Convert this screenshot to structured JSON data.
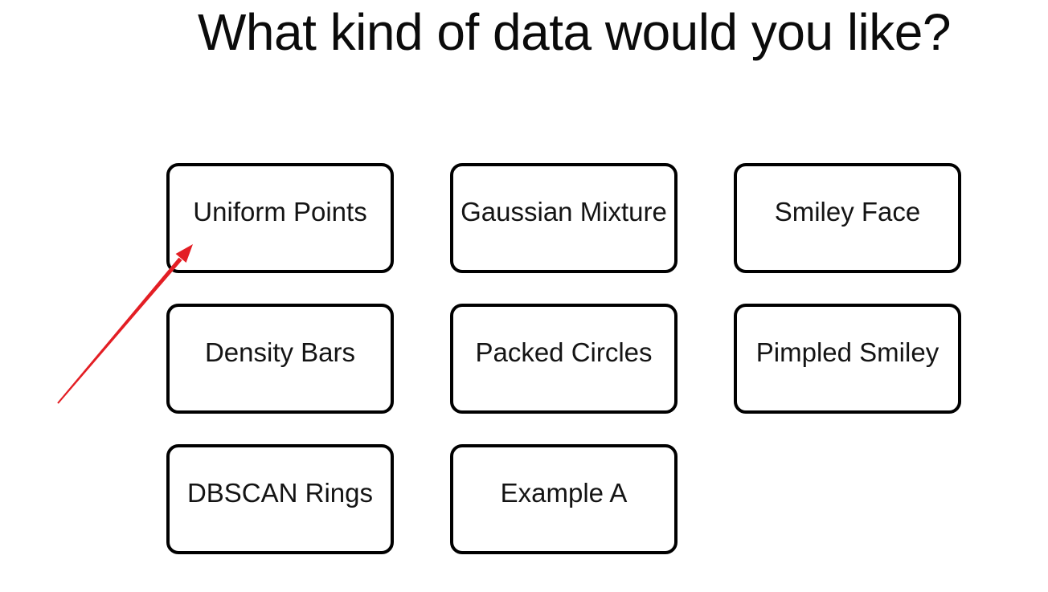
{
  "page": {
    "title": "What kind of data would you like?",
    "background_color": "#ffffff"
  },
  "options": [
    {
      "label": "Uniform Points"
    },
    {
      "label": "Gaussian Mixture"
    },
    {
      "label": "Smiley Face"
    },
    {
      "label": "Density Bars"
    },
    {
      "label": "Packed Circles"
    },
    {
      "label": "Pimpled Smiley"
    },
    {
      "label": "DBSCAN Rings"
    },
    {
      "label": "Example A"
    }
  ],
  "styles": {
    "button_border_color": "#000000",
    "button_background": "#ffffff",
    "text_color": "#141414"
  },
  "annotation": {
    "arrow_color": "#e31e24",
    "points_to": "Uniform Points"
  }
}
